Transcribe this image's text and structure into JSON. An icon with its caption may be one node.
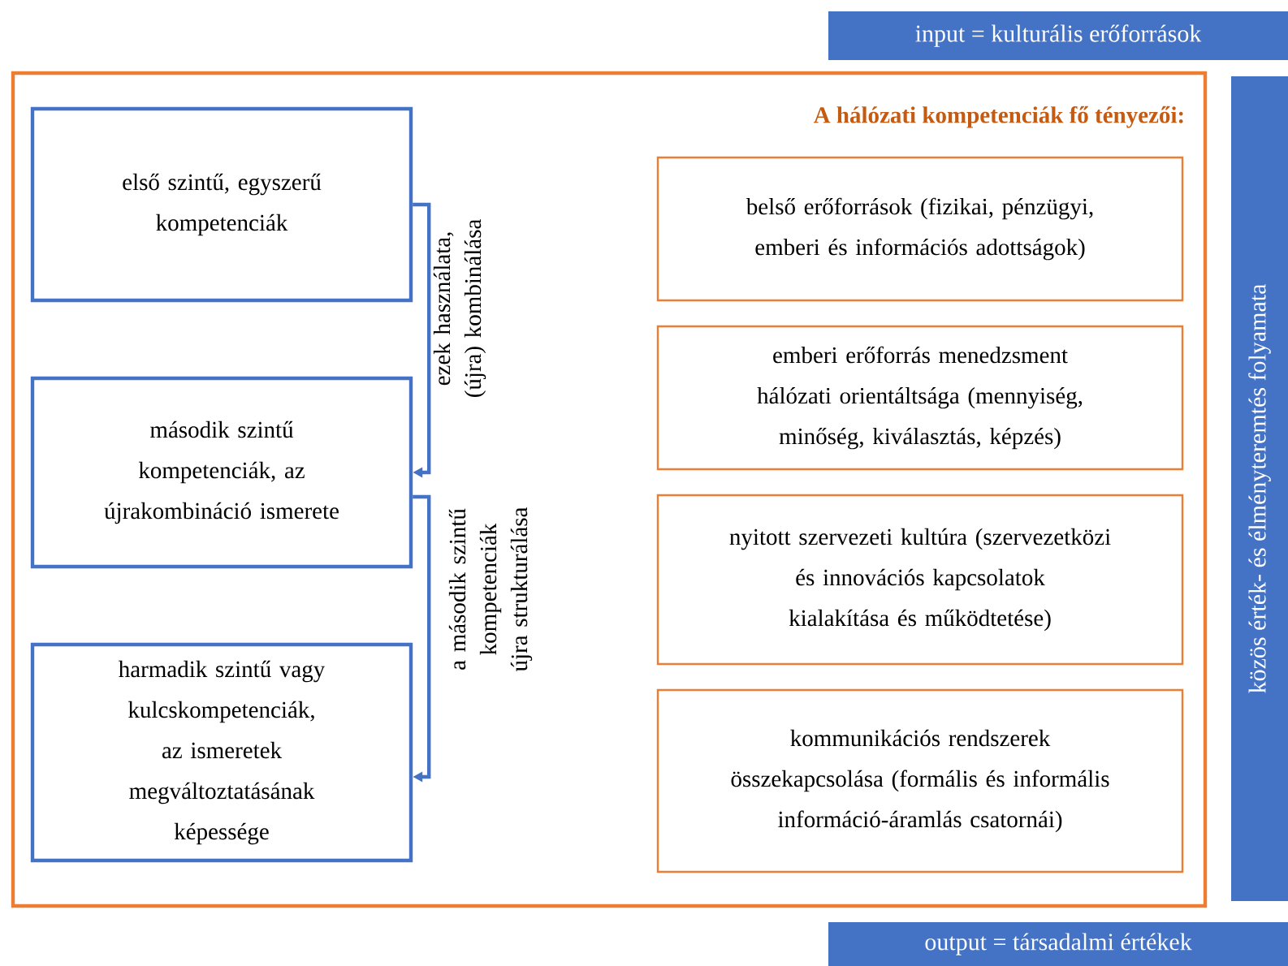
{
  "diagram": {
    "nodes": [
      {
        "text": [
          "A hálózati kompetenciák fő tényezői:"
        ]
      },
      {
        "text": [
          "első szintű, egyszerű kompetenciák"
        ],
        "in": 0
      },
      {
        "text": [
          "második szintű kompetenciák, az újrakombináció ismerete"
        ],
        "in": 0
      },
      {
        "text": [
          "harmadik szintű vagy kulcskompetenciák, az ismeretek megváltoztatásának képessége"
        ],
        "in": 0
      },
      {
        "text": [
          "belső erőforrások (fizikai, pénzügyi, emberi és információs adottságok)"
        ],
        "in": 0
      },
      {
        "text": [
          "emberi erőforrás menedzsment hálózati orientáltsága (mennyiség, minőség, kiválasztás, képzés)"
        ],
        "in": 0
      },
      {
        "text": [
          "nyitott szervezeti kultúra (szervezetközi és innovációs kapcsolatok kialakítása és működtetése)"
        ],
        "in": 0
      },
      {
        "text": [
          "kommunikációs rendszerek összekapcsolása (formális és informális információ-áramlás csatornái)"
        ],
        "in": 0
      },
      {
        "text": [
          "input = kulturális erőforrások"
        ]
      },
      {
        "text": [
          "közös érték- és élményteremtés folyamata"
        ]
      },
      {
        "text": [
          "output = társadalmi értékek"
        ]
      }
    ],
    "edges": [
      {
        "from": 1,
        "to": 2,
        "arrow": "to",
        "label": "ezek használata, (újra) kombinálása"
      },
      {
        "from": 2,
        "to": 3,
        "arrow": "to",
        "label": "a második szintű kompetenciák újra strukturálása"
      }
    ]
  }
}
